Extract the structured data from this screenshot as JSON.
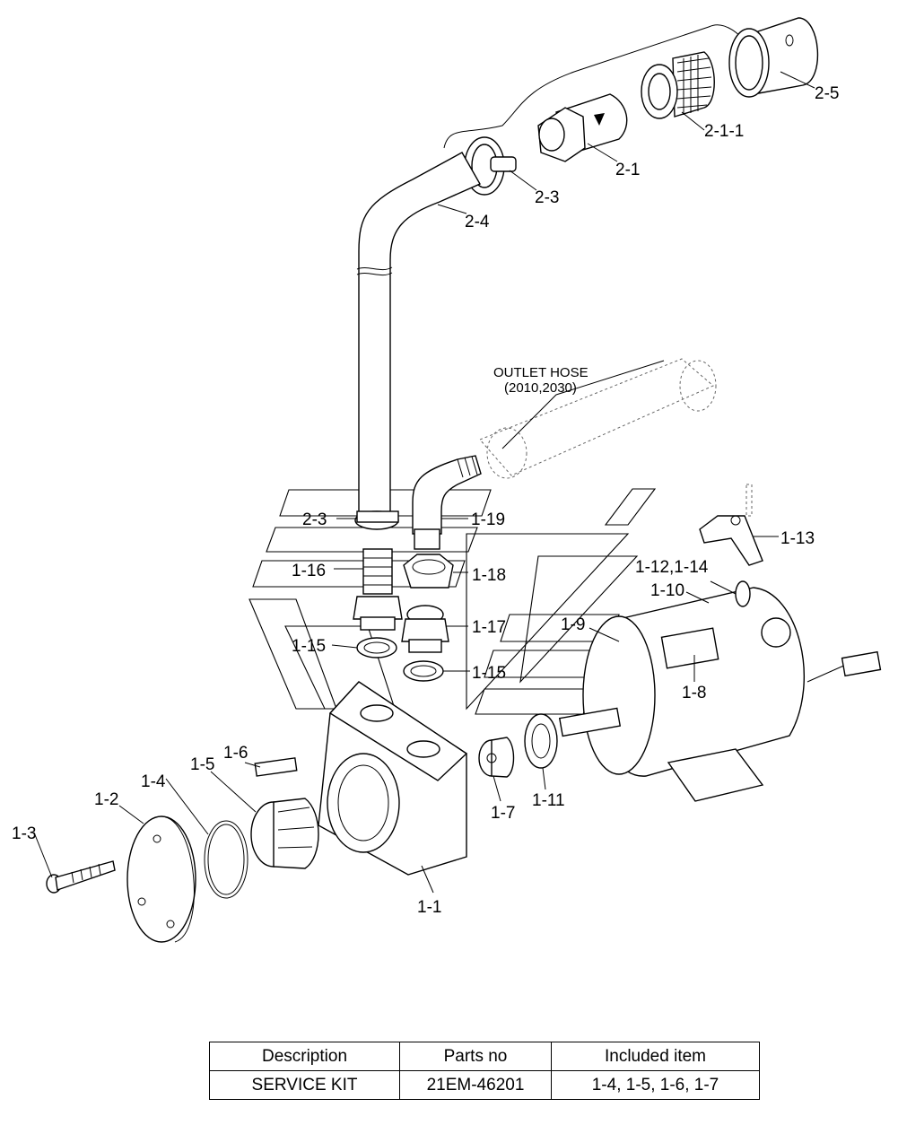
{
  "callouts": {
    "p2_5": "2-5",
    "p2_1_1": "2-1-1",
    "p2_1": "2-1",
    "p2_3_top": "2-3",
    "p2_4": "2-4",
    "outlet_hose_line1": "OUTLET HOSE",
    "outlet_hose_line2": "(2010,2030)",
    "p2_3_low": "2-3",
    "p1_19": "1-19",
    "p1_13": "1-13",
    "p1_16": "1-16",
    "p1_18": "1-18",
    "p1_12_14": "1-12,1-14",
    "p1_10": "1-10",
    "p1_17": "1-17",
    "p1_9": "1-9",
    "p1_15_left": "1-15",
    "p1_15_right": "1-15",
    "p1_8": "1-8",
    "p1_6": "1-6",
    "p1_5": "1-5",
    "p1_4": "1-4",
    "p1_2": "1-2",
    "p1_3": "1-3",
    "p1_7": "1-7",
    "p1_11": "1-11",
    "p1_1": "1-1"
  },
  "table": {
    "headers": [
      "Description",
      "Parts no",
      "Included item"
    ],
    "rows": [
      [
        "SERVICE KIT",
        "21EM-46201",
        "1-4, 1-5, 1-6, 1-7"
      ]
    ]
  }
}
